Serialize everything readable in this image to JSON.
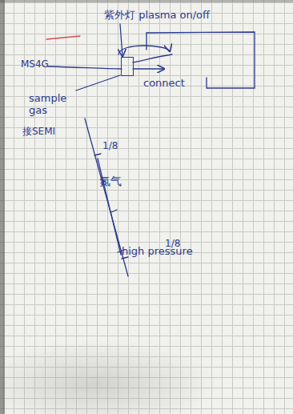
{
  "diagram": {
    "nodes": [
      {
        "text": [
          "connect"
        ]
      }
    ],
    "labels": [
      "紫外灯 plasma on/off",
      "MS4G",
      "sample gas",
      "接SEMI",
      "1/8",
      "氮气",
      "1/8",
      "high pressure"
    ]
  }
}
